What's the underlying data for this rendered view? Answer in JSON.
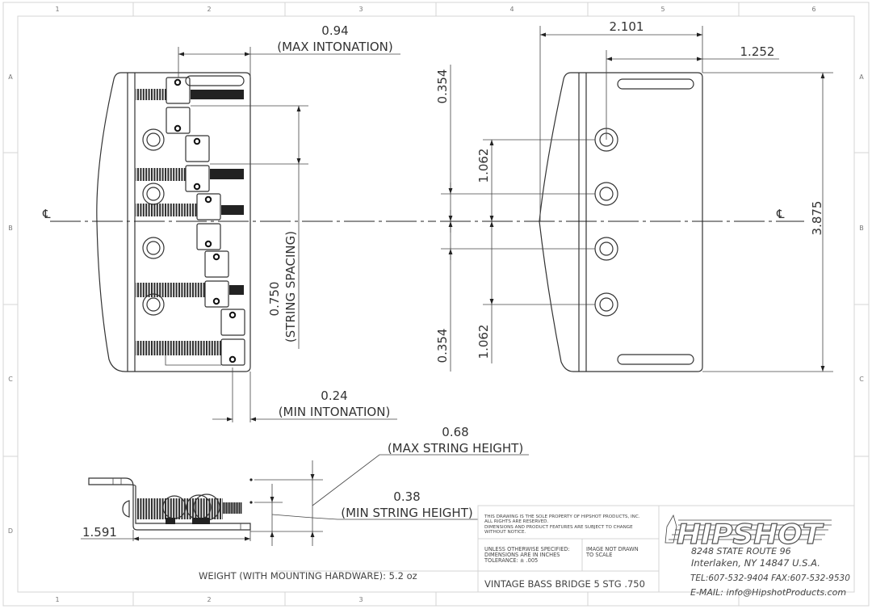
{
  "sheet": {
    "zone_columns": [
      "1",
      "2",
      "3",
      "4",
      "5",
      "6"
    ],
    "zone_rows": [
      "A",
      "B",
      "C",
      "D"
    ]
  },
  "top_view": {
    "centerline_symbol": "℄",
    "dims": {
      "max_intonation_value": "0.94",
      "max_intonation_label": "(MAX INTONATION)",
      "min_intonation_value": "0.24",
      "min_intonation_label": "(MIN INTONATION)",
      "string_spacing_value": "0.750",
      "string_spacing_label": "(STRING SPACING)"
    },
    "string_count": 5
  },
  "base_view": {
    "centerline_symbol": "℄",
    "dims": {
      "overall_length": "2.101",
      "hole_offset": "1.252",
      "overall_width": "3.875",
      "outer_slot_top": "0.354",
      "outer_slot_bottom": "0.354",
      "hole_spacing_top": "1.062",
      "hole_spacing_bottom": "1.062"
    },
    "mounting_holes": 4,
    "slots": 2
  },
  "side_view": {
    "dims": {
      "length": "1.591",
      "max_string_height_value": "0.68",
      "max_string_height_label": "(MAX STRING HEIGHT)",
      "min_string_height_value": "0.38",
      "min_string_height_label": "(MIN STRING HEIGHT)"
    }
  },
  "weight_note": "WEIGHT (WITH MOUNTING HARDWARE): 5.2 oz",
  "title_block": {
    "property_notice": [
      "THIS DRAWING IS THE SOLE PROPERTY OF HIPSHOT PRODUCTS, INC.",
      "ALL RIGHTS ARE RESERVED.",
      "DIMENSIONS AND PRODUCT FEATURES ARE SUBJECT TO CHANGE",
      "WITHOUT NOTICE."
    ],
    "units_note": [
      "UNLESS OTHERWISE SPECIFIED:",
      "DIMENSIONS ARE IN INCHES",
      "TOLERANCE:  ± .005"
    ],
    "scale_note": [
      "IMAGE NOT DRAWN",
      "TO SCALE"
    ],
    "part_title": "VINTAGE BASS BRIDGE 5 STG .750",
    "company": {
      "logo_text": "HIPSHOT",
      "address_line1": "8248 STATE ROUTE 96",
      "address_line2": "Interlaken, NY 14847 U.S.A.",
      "phone_fax": "TEL:607-532-9404 FAX:607-532-9530",
      "email": "E-MAIL: info@HipshotProducts.com"
    }
  }
}
